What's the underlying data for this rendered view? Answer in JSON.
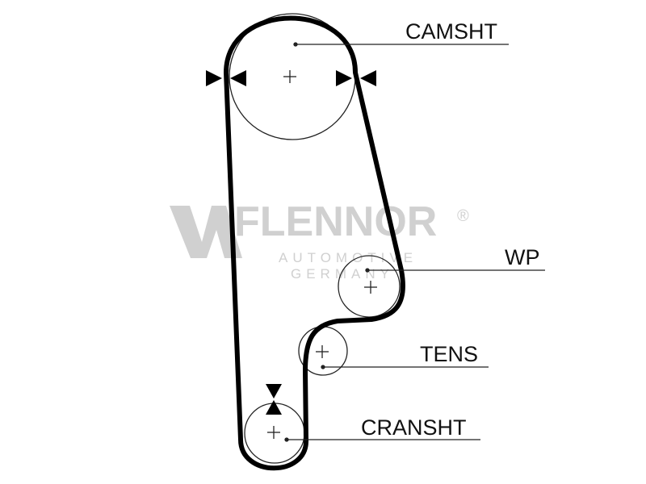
{
  "diagram": {
    "labels": {
      "camshaft": "CAMSHT",
      "water_pump": "WP",
      "tensioner": "TENS",
      "crankshaft": "CRANSHT"
    },
    "watermark": {
      "brand": "FLENNOR",
      "registered_mark": "®",
      "line1": "AUTOMOTIVE",
      "line2": "GERMANY"
    },
    "colors": {
      "belt": "#000000",
      "pulley_outline": "#222222",
      "leader_line": "#222222",
      "watermark": "#d0d0d0"
    }
  }
}
